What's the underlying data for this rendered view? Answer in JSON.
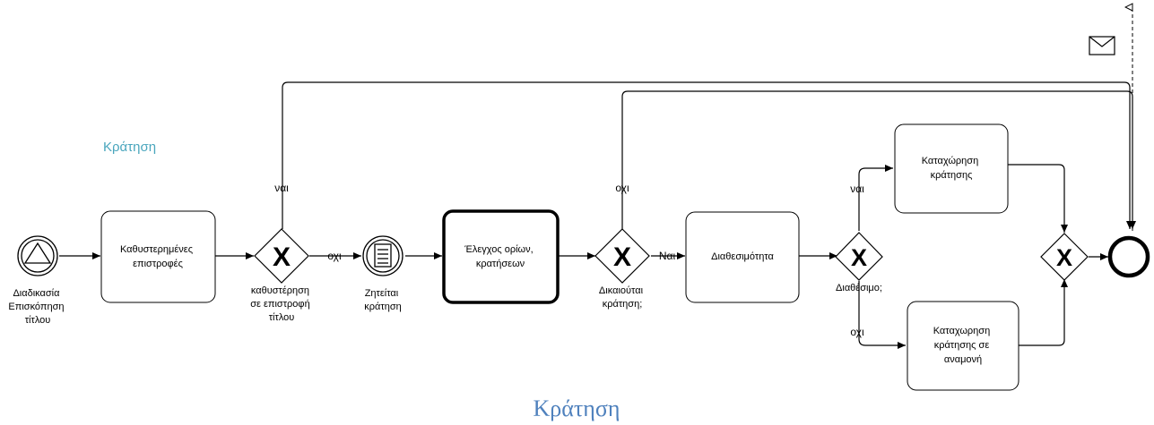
{
  "pool_title": "Κράτηση",
  "caption": "Κράτηση",
  "start_event": {
    "label_lines": [
      "Διαδικασία",
      "Επισκόπηση",
      "τίτλου"
    ]
  },
  "tasks": {
    "late_returns": [
      "Καθυστερημένες",
      "επιστροφές"
    ],
    "check_limits": [
      "Έλεγχος ορίων,",
      "κρατήσεων"
    ],
    "availability": [
      "Διαθεσιμότητα"
    ],
    "register_booking": [
      "Καταχώρηση",
      "κράτησης"
    ],
    "register_waiting": [
      "Καταχωρηση",
      "κράτησης σε",
      "αναμονή"
    ]
  },
  "gateways": {
    "late_return": {
      "symbol": "X",
      "label_lines": [
        "καθυστέρηση",
        "σε επιστροφή",
        "τίτλου"
      ]
    },
    "entitled": {
      "symbol": "X",
      "label_lines": [
        "Δικαιούται",
        "κράτηση;"
      ]
    },
    "available": {
      "symbol": "X",
      "label_lines": [
        "Διαθέσιμο;"
      ]
    },
    "merge": {
      "symbol": "X"
    }
  },
  "intermediate_event": {
    "label_lines": [
      "Ζητείται",
      "κράτηση"
    ]
  },
  "flow_labels": {
    "late_yes": "ναι",
    "late_no": "οχι",
    "entitled_no": "οχι",
    "entitled_yes": "Ναι",
    "available_yes": "ναι",
    "available_no": "οχι"
  },
  "icons": [
    "triangle-signal-icon",
    "document-list-icon",
    "envelope-icon",
    "gateway-x-icon"
  ]
}
